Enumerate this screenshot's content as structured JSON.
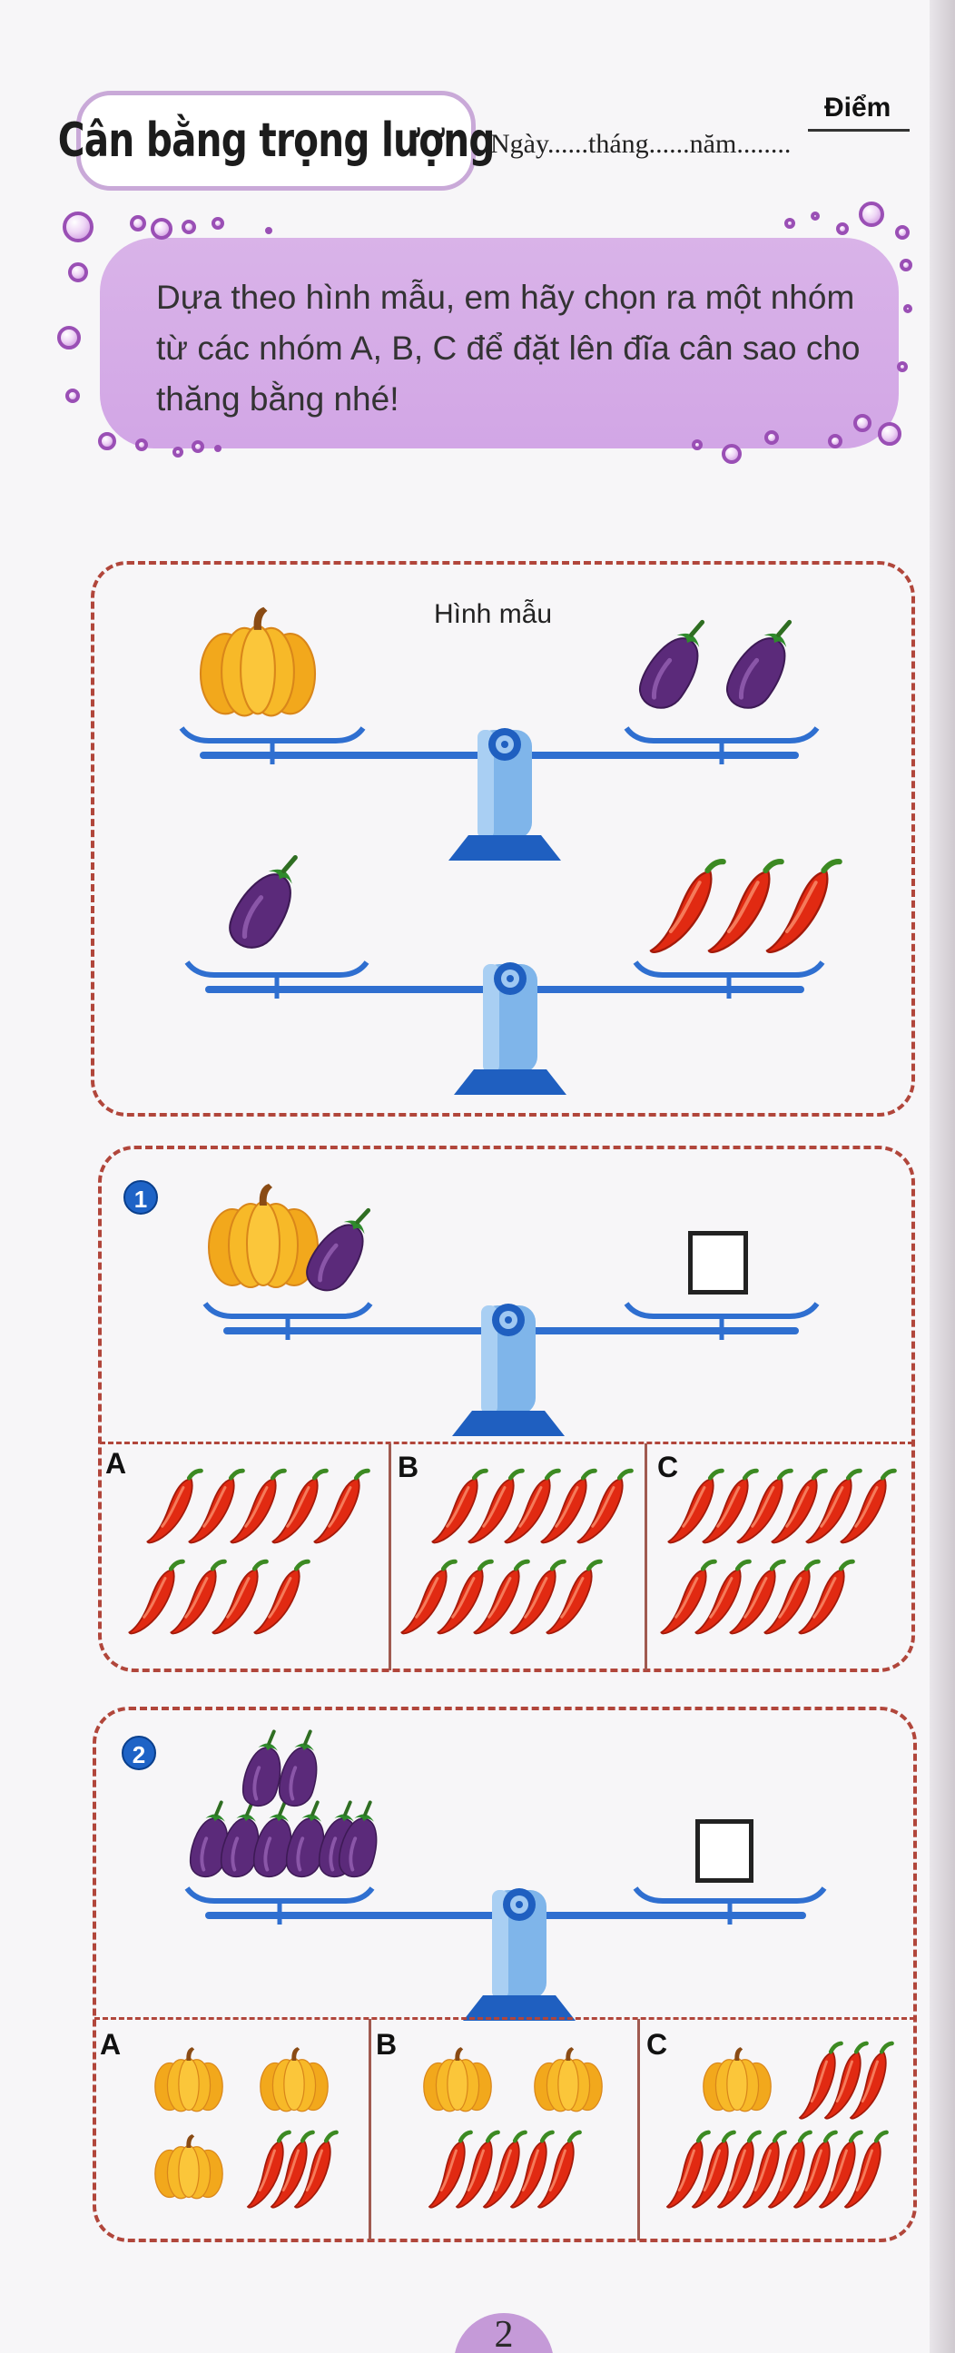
{
  "header": {
    "title": "Cân bằng trọng lượng",
    "date_line": "Ngày......tháng......năm........",
    "score_label": "Điểm"
  },
  "instruction": "Dựa theo hình mẫu, em hãy chọn ra một nhóm từ các nhóm A, B, C để đặt lên đĩa cân sao cho thăng bằng nhé!",
  "sample": {
    "label": "Hình mẫu",
    "scales": [
      {
        "left": "1 pumpkin",
        "right": "2 eggplants"
      },
      {
        "left": "1 eggplant",
        "right": "3 chili peppers"
      }
    ]
  },
  "exercises": [
    {
      "number": "1",
      "left_pan": "1 pumpkin + 1 eggplant",
      "options": [
        {
          "label": "A",
          "content": "9 chili peppers"
        },
        {
          "label": "B",
          "content": "10 chili peppers"
        },
        {
          "label": "C",
          "content": "11 chili peppers"
        }
      ]
    },
    {
      "number": "2",
      "left_pan": "8 eggplants",
      "options": [
        {
          "label": "A",
          "content": "3 pumpkins + 3 chili peppers"
        },
        {
          "label": "B",
          "content": "2 pumpkins + 5 chili peppers"
        },
        {
          "label": "C",
          "content": "1 pumpkin + 11 chili peppers"
        }
      ]
    }
  ],
  "page_number": "2",
  "colors": {
    "panel_border": "#b1463b",
    "instruction_bg": "#d5aae6",
    "scale_blue": "#2f6fd0",
    "badge_blue": "#1e63c6"
  }
}
